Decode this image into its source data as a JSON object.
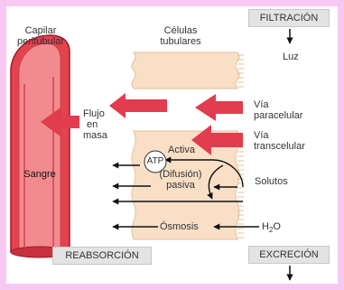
{
  "labels": {
    "capilar_line1": "Capilar",
    "capilar_line2": "peritubular",
    "celulas_line1": "Células",
    "celulas_line2": "tubulares",
    "filtracion": "FILTRACIÓN",
    "luz": "Luz",
    "flujo_line1": "Flujo",
    "flujo_line2": "en",
    "flujo_line3": "masa",
    "via_para_line1": "Vía",
    "via_para_line2": "paracelular",
    "via_trans_line1": "Vía",
    "via_trans_line2": "transcelular",
    "atp": "ATP",
    "activa": "Activa",
    "difusion_line1": "(Difusión)",
    "difusion_line2": "pasiva",
    "solutos": "Solutos",
    "sangre": "Sangre",
    "osmosis": "Ósmosis",
    "h2o_main": "H",
    "h2o_sub": "2",
    "h2o_end": "O",
    "reabsorcion": "REABSORCIÓN",
    "excrecion": "EXCRECIÓN"
  },
  "colors": {
    "page_border": "#f7c8f4",
    "vessel_red": "#e2434f",
    "vessel_dark": "#9e1b2a",
    "vessel_inner": "#f28b8f",
    "cell_fill": "#f8dfc6",
    "cell_edge": "#e3c09b",
    "arrow_red": "#e23c4f",
    "label_box": "#e3e3e3"
  }
}
